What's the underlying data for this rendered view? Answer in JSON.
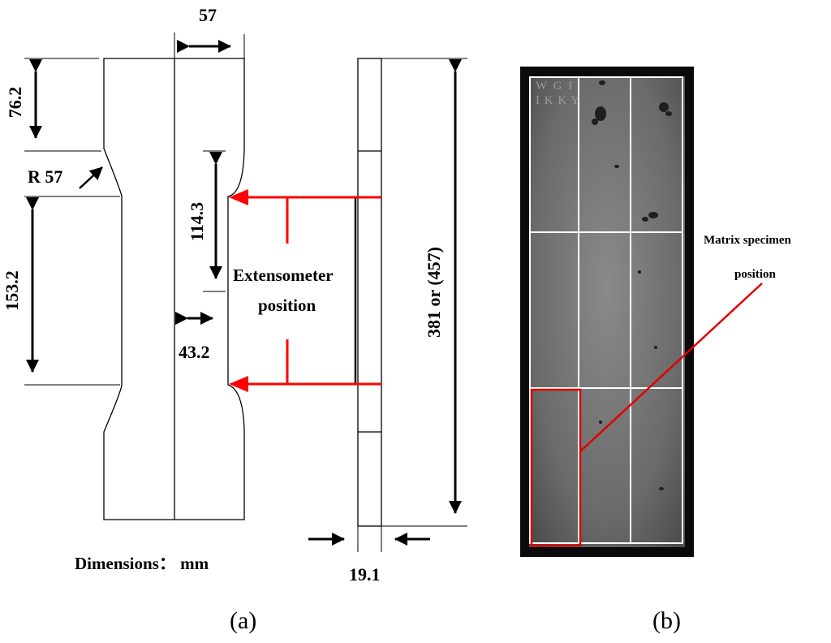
{
  "panel_a": {
    "dims": {
      "width_top": "57",
      "grip_length": "76.2",
      "radius": "R 57",
      "extensometer_length": "114.3",
      "reduced_length": "153.2",
      "reduced_width": "43.2",
      "overall_length": "381 or (457)",
      "thickness": "19.1"
    },
    "extensometer_label_line1": "Extensometer",
    "extensometer_label_line2": "position",
    "units_label": "Dimensions： mm",
    "caption": "(a)",
    "colors": {
      "outline": "#000000",
      "arrow_red": "#ff0000"
    }
  },
  "panel_b": {
    "annotation_line1": "Matrix specimen",
    "annotation_line2": "position",
    "plate_marking_1": "W G I",
    "plate_marking_2": "I K K Y",
    "caption": "(b)",
    "colors": {
      "highlight": "#e00000",
      "grid": "#ffffff",
      "plate": "#6e6e6e"
    }
  }
}
